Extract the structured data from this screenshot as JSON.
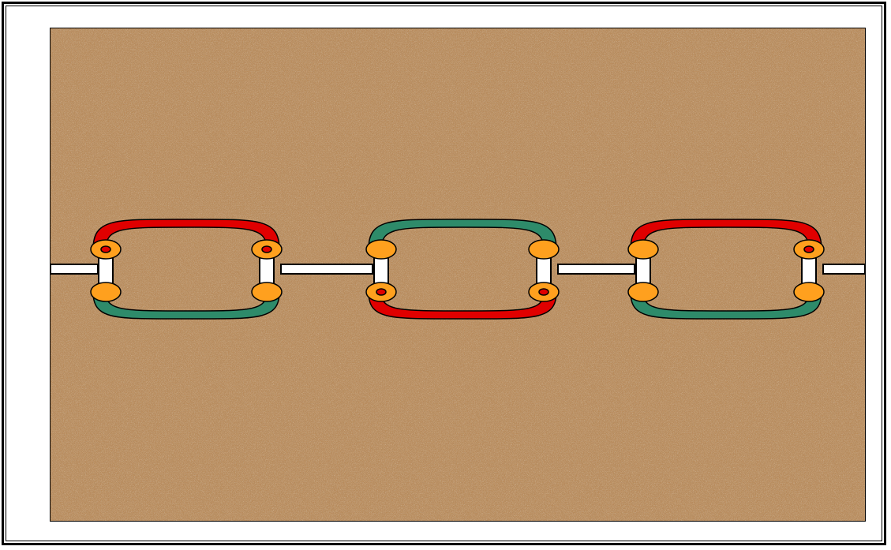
{
  "diagram": {
    "description": "",
    "colors": {
      "frame": "#000000",
      "page_background": "#ffffff",
      "texture_base": "#b88a5a",
      "texture_dark": "#7a5434",
      "texture_light": "#e2c8a4",
      "arc_red": "#e00000",
      "arc_green": "#2e8b6a",
      "node_orange": "#ffa01e",
      "node_marker_red": "#e00000",
      "connector_white": "#ffffff",
      "outline": "#000000"
    },
    "loops": [
      {
        "top_arc": "red",
        "bottom_arc": "green",
        "marked_nodes": [
          "top-left",
          "top-right"
        ]
      },
      {
        "top_arc": "green",
        "bottom_arc": "red",
        "marked_nodes": [
          "bottom-left",
          "bottom-right"
        ]
      },
      {
        "top_arc": "red",
        "bottom_arc": "green",
        "marked_nodes": [
          "top-right"
        ]
      }
    ],
    "connector_count": 4
  }
}
